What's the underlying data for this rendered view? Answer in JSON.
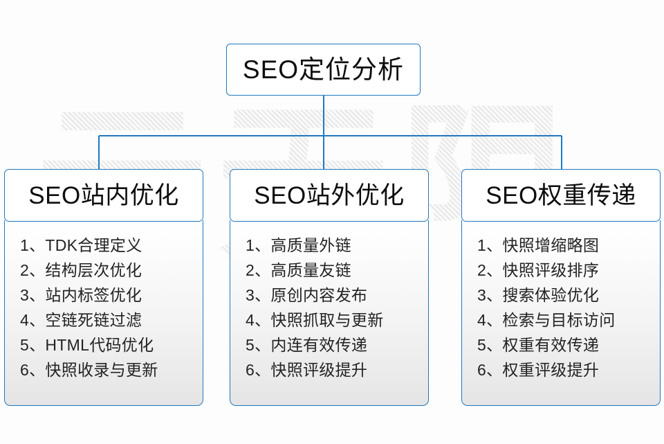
{
  "watermark": {
    "text": "云无限"
  },
  "root": {
    "title": "SEO定位分析"
  },
  "branches": [
    {
      "title": "SEO站内优化",
      "items": [
        "1、TDK合理定义",
        "2、结构层次优化",
        "3、站内标签优化",
        "4、空链死链过滤",
        "5、HTML代码优化",
        "6、快照收录与更新"
      ]
    },
    {
      "title": "SEO站外优化",
      "items": [
        "1、高质量外链",
        "2、高质量友链",
        "3、原创内容发布",
        "4、快照抓取与更新",
        "5、内连有效传递",
        "6、快照评级提升"
      ]
    },
    {
      "title": "SEO权重传递",
      "items": [
        "1、快照增缩略图",
        "2、快照评级排序",
        "3、搜索体验优化",
        "4、检索与目标访问",
        "5、权重有效传递",
        "6、权重评级提升"
      ]
    }
  ],
  "colors": {
    "border_blue": "#1f78c1",
    "text_dark": "#0d0d0d",
    "item_text": "#232323",
    "background": "#fdfdfd",
    "watermark_gray": "#e6e6e6"
  }
}
